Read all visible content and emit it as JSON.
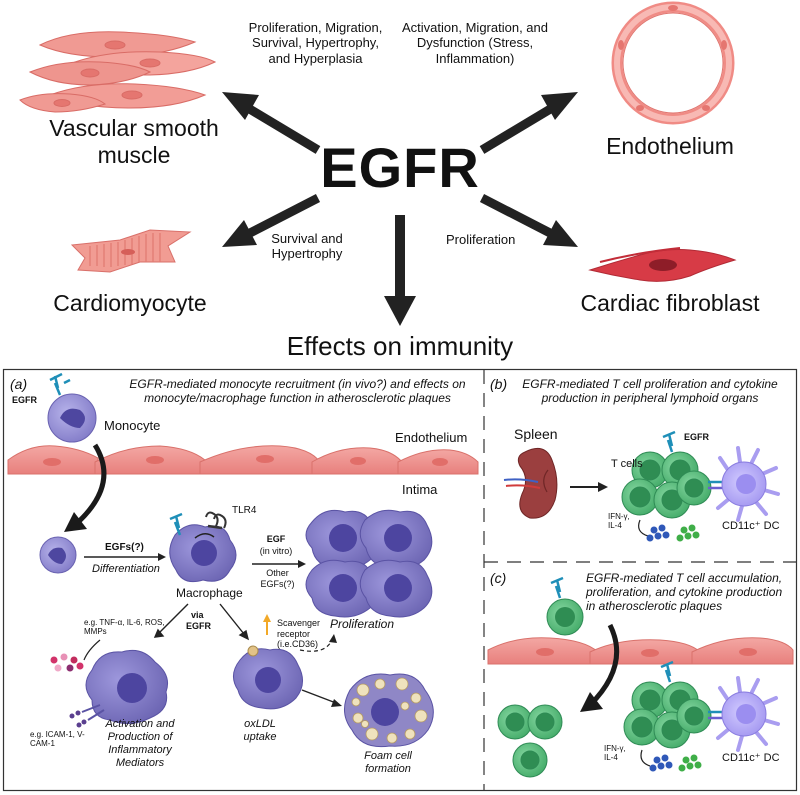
{
  "center": {
    "title": "EGFR",
    "immunity": "Effects on immunity"
  },
  "targets": {
    "vsm": {
      "label": "Vascular smooth muscle",
      "effect": "Proliferation, Migration, Survival, Hypertrophy, and Hyperplasia"
    },
    "endo": {
      "label": "Endothelium",
      "effect": "Activation, Migration, and Dysfunction (Stress, Inflammation)"
    },
    "cardio": {
      "label": "Cardiomyocyte",
      "effect": "Survival and Hypertrophy"
    },
    "fibro": {
      "label": "Cardiac fibroblast",
      "effect": "Proliferation"
    }
  },
  "panel_a": {
    "tag": "(a)",
    "title": "EGFR-mediated monocyte recruitment (in vivo?) and effects on monocyte/macrophage function in atherosclerotic plaques",
    "egfr": "EGFR",
    "monocyte": "Monocyte",
    "endothelium": "Endothelium",
    "intima": "Intima",
    "egfs_q": "EGFs(?)",
    "differentiation": "Differentiation",
    "tlr4": "TLR4",
    "egf": "EGF",
    "in_vitro": "(in vitro)",
    "other_egfs": "Other EGFs(?)",
    "macrophage": "Macrophage",
    "proliferation": "Proliferation",
    "via": "via",
    "via_egfr": "EGFR",
    "cytokines": "e.g. TNF-α, IL-6, ROS, MMPs",
    "adhesion": "e.g. ICAM-1, V-CAM-1",
    "scavenger": "Scavenger receptor (i.e.CD36)",
    "activation": "Activation and Production of Inflammatory Mediators",
    "oxldl": "oxLDL uptake",
    "foam": "Foam cell formation"
  },
  "panel_b": {
    "tag": "(b)",
    "title": "EGFR-mediated T cell proliferation and cytokine production in peripheral lymphoid organs",
    "spleen": "Spleen",
    "tcells": "T cells",
    "egfr": "EGFR",
    "ifn": "IFN-γ, IL-4",
    "dc": "CD11c⁺ DC"
  },
  "panel_c": {
    "tag": "(c)",
    "title": "EGFR-mediated T cell accumulation, proliferation, and cytokine production in atherosclerotic plaques",
    "ifn": "IFN-γ, IL-4",
    "dc": "CD11c⁺ DC"
  },
  "colors": {
    "arrow": "#222222",
    "endothelial": "#eb8f8c",
    "monocyte": "#9a95d6",
    "macrophage": "#8079c2",
    "tcell": "#5cbf7f",
    "dc": "#a99df0",
    "cytokine_blue": "#2f58b8",
    "cytokine_green": "#3fae48"
  }
}
